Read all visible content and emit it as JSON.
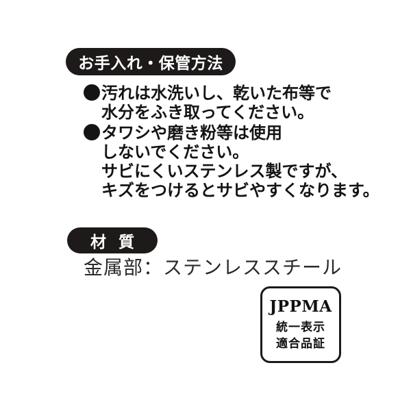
{
  "care": {
    "heading": "お手入れ・保管方法",
    "lines": [
      "汚れは水洗いし、乾いた布等で",
      "水分をふき取ってください。",
      "タワシや磨き粉等は使用",
      "しないでください。",
      "サビにくいステンレス製ですが、",
      "キズをつけるとサビやすくなります。"
    ]
  },
  "material": {
    "heading": "材質",
    "line": "金属部：ステンレススチール"
  },
  "badge": {
    "title": "JPPMA",
    "line1": "統一表示",
    "line2": "適合品証"
  }
}
